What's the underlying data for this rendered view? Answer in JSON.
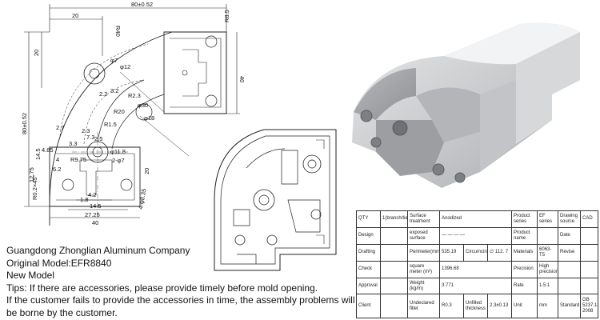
{
  "drawing": {
    "dimensions": {
      "overall_width": "80±0.52",
      "overall_height": "80±0.52",
      "top_left_20": "20",
      "r40": "R40",
      "r8_5": "R8.5",
      "side_40": "40",
      "side_20": "20",
      "phi7": "φ7",
      "phi12": "φ12",
      "d2_2": "2.2",
      "d3_2": "3.2",
      "r2_3": "R2.3",
      "phi30": "φ30",
      "phi18": "φ18",
      "r20": "R20",
      "r1_5": "R1.5",
      "d2_7": "2.7",
      "d2_3": "2.3",
      "d7_3": "7.3",
      "d3_3": "3.3",
      "d2_5": "2.5",
      "phi11_8": "φ11.8",
      "d4_85": "4.85",
      "r9_75": "R9.75",
      "d2x87": "2-φ7",
      "d14_5a": "14.5",
      "d4": "4",
      "d6_2": "6.2",
      "d12_75": "12.75",
      "d20b": "20",
      "r0_2x45": "R0.2×45°",
      "d4_2": "4.2",
      "d1_8": "1.8",
      "d14_5b": "14.5",
      "d27_25": "27.25",
      "d40b": "40",
      "d4x8_35": "4-φ8.35"
    }
  },
  "company": {
    "name": "Guangdong Zhonglian Aluminum Company",
    "original_model": "Original Model:EFR8840",
    "new_model": "New Model",
    "tip1": "Tips: If there are accessories, please provide timely before mold opening.",
    "tip2": "If the customer fails to provide the accessories in time, the assembly problems will be borne by the customer."
  },
  "spec_table": {
    "r1": {
      "c1": "QTY",
      "c2": "1(branch/tie)",
      "c3": "Surface treatment",
      "c4": "Anodized",
      "c5": "Product series",
      "c6": "EF series",
      "c7": "Drawing source",
      "c8": "CAD"
    },
    "r2": {
      "c1": "Design",
      "c2": "",
      "c3": "exposed surface",
      "c4": "— — — —",
      "c5": "Product name",
      "c6": "",
      "c7": "Date",
      "c8": ""
    },
    "r3": {
      "c1": "Drafting",
      "c2": "",
      "c3": "Perimeter(mm)",
      "c4": "535.19",
      "c4b": "Circumcircle",
      "c4c": "∅ 112. 7",
      "c5": "Materials",
      "c6": "6063-T5",
      "c7": "Revise",
      "c8": ""
    },
    "r4": {
      "c1": "Check",
      "c2": "",
      "c3": "square meter (m²)",
      "c4": "1396.68",
      "c5": "Precision",
      "c6": "High precision",
      "c7": "",
      "c8": ""
    },
    "r5": {
      "c1": "Approval",
      "c2": "",
      "c3": "Weight (kg/m)",
      "c4": "3.771",
      "c5": "Rate",
      "c6": "1.5:1",
      "c7": "",
      "c8": ""
    },
    "r6": {
      "c1": "Client",
      "c2": "",
      "c3": "Undeclared fillet",
      "c4": "R0.3",
      "c4b": "Unfilled thickness",
      "c4c": "2.3±0.13",
      "c5": "Unit",
      "c6": "mm",
      "c7": "Standard",
      "c8": "GB 5237.1-2008"
    }
  }
}
